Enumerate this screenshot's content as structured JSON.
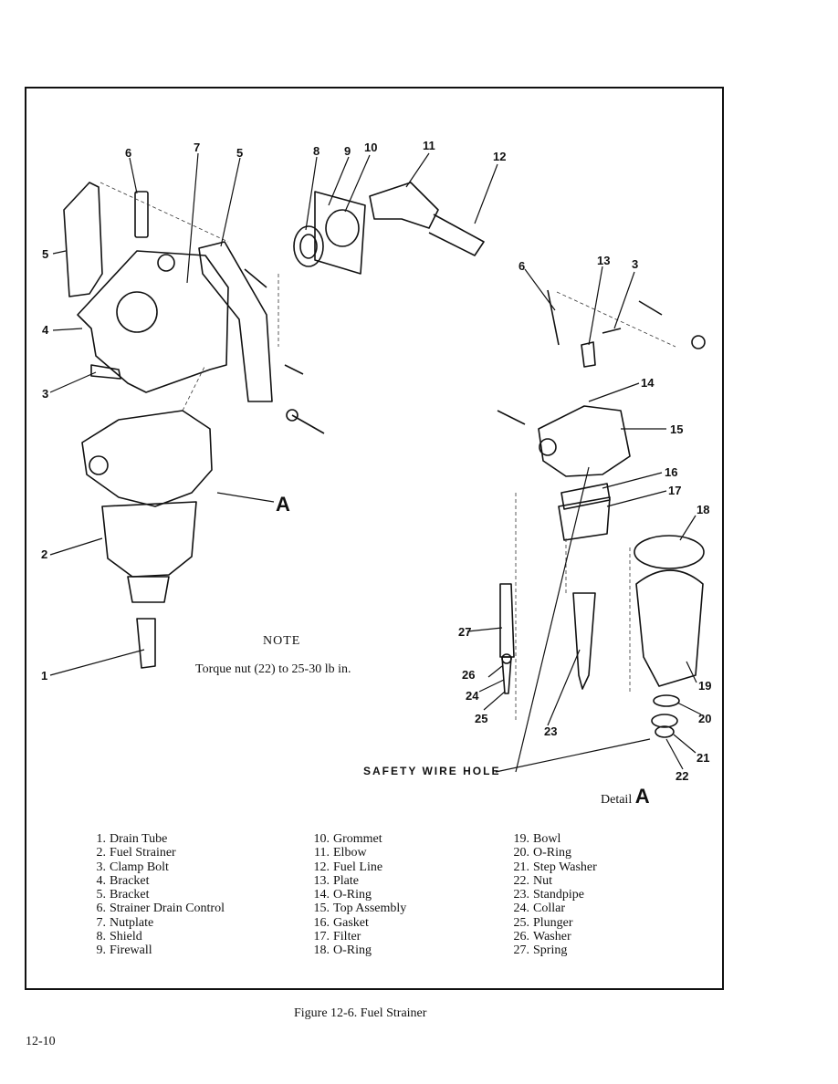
{
  "callouts": {
    "c1": "1",
    "c2": "2",
    "c3a": "3",
    "c3b": "3",
    "c4": "4",
    "c5a": "5",
    "c5b": "5",
    "c6a": "6",
    "c6b": "6",
    "c7": "7",
    "c8": "8",
    "c9": "9",
    "c10": "10",
    "c11": "11",
    "c12": "12",
    "c13": "13",
    "c14": "14",
    "c15": "15",
    "c16": "16",
    "c17": "17",
    "c18": "18",
    "c19": "19",
    "c20": "20",
    "c21": "21",
    "c22": "22",
    "c23": "23",
    "c24": "24",
    "c25": "25",
    "c26": "26",
    "c27": "27"
  },
  "detail_marker": "A",
  "note": {
    "title": "NOTE",
    "text": "Torque nut (22) to 25-30 lb in."
  },
  "safety_label": "SAFETY WIRE HOLE",
  "detail_label": {
    "word": "Detail",
    "letter": "A"
  },
  "legend": [
    [
      {
        "num": "1.",
        "name": "Drain Tube"
      },
      {
        "num": "2.",
        "name": "Fuel Strainer"
      },
      {
        "num": "3.",
        "name": "Clamp Bolt"
      },
      {
        "num": "4.",
        "name": "Bracket"
      },
      {
        "num": "5.",
        "name": "Bracket"
      },
      {
        "num": "6.",
        "name": "Strainer Drain Control"
      },
      {
        "num": "7.",
        "name": "Nutplate"
      },
      {
        "num": "8.",
        "name": "Shield"
      },
      {
        "num": "9.",
        "name": "Firewall"
      }
    ],
    [
      {
        "num": "10.",
        "name": "Grommet"
      },
      {
        "num": "11.",
        "name": "Elbow"
      },
      {
        "num": "12.",
        "name": "Fuel Line"
      },
      {
        "num": "13.",
        "name": "Plate"
      },
      {
        "num": "14.",
        "name": "O-Ring"
      },
      {
        "num": "15.",
        "name": "Top Assembly"
      },
      {
        "num": "16.",
        "name": "Gasket"
      },
      {
        "num": "17.",
        "name": "Filter"
      },
      {
        "num": "18.",
        "name": "O-Ring"
      }
    ],
    [
      {
        "num": "19.",
        "name": "Bowl"
      },
      {
        "num": "20.",
        "name": "O-Ring"
      },
      {
        "num": "21.",
        "name": "Step Washer"
      },
      {
        "num": "22.",
        "name": "Nut"
      },
      {
        "num": "23.",
        "name": "Standpipe"
      },
      {
        "num": "24.",
        "name": "Collar"
      },
      {
        "num": "25.",
        "name": "Plunger"
      },
      {
        "num": "26.",
        "name": "Washer"
      },
      {
        "num": "27.",
        "name": "Spring"
      }
    ]
  ],
  "caption": "Figure 12-6.  Fuel Strainer",
  "page_number": "12-10"
}
